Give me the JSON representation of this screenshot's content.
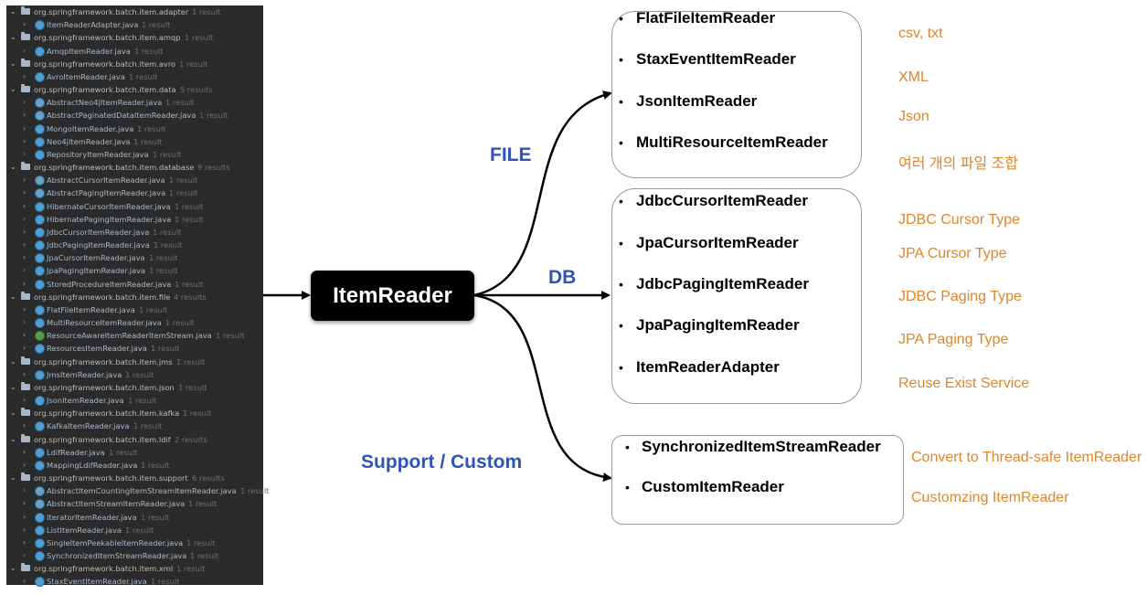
{
  "tree": {
    "rows": [
      {
        "kind": "pkg",
        "name": "org.springframework.batch.item.adapter",
        "count": "1 result"
      },
      {
        "kind": "file",
        "name": "ItemReaderAdapter.java",
        "count": "1 result",
        "icon": "class-icon"
      },
      {
        "kind": "pkg",
        "name": "org.springframework.batch.item.amqp",
        "count": "1 result"
      },
      {
        "kind": "file",
        "name": "AmqpItemReader.java",
        "count": "1 result",
        "icon": "class-icon"
      },
      {
        "kind": "pkg",
        "name": "org.springframework.batch.item.avro",
        "count": "1 result"
      },
      {
        "kind": "file",
        "name": "AvroItemReader.java",
        "count": "1 result",
        "icon": "class-icon"
      },
      {
        "kind": "pkg",
        "name": "org.springframework.batch.item.data",
        "count": "5 results"
      },
      {
        "kind": "file",
        "name": "AbstractNeo4jItemReader.java",
        "count": "1 result",
        "icon": "abstract-class-icon"
      },
      {
        "kind": "file",
        "name": "AbstractPaginatedDataItemReader.java",
        "count": "1 result",
        "icon": "abstract-class-icon"
      },
      {
        "kind": "file",
        "name": "MongoItemReader.java",
        "count": "1 result",
        "icon": "class-icon"
      },
      {
        "kind": "file",
        "name": "Neo4jItemReader.java",
        "count": "1 result",
        "icon": "class-icon"
      },
      {
        "kind": "file",
        "name": "RepositoryItemReader.java",
        "count": "1 result",
        "icon": "class-icon"
      },
      {
        "kind": "pkg",
        "name": "org.springframework.batch.item.database",
        "count": "9 results"
      },
      {
        "kind": "file",
        "name": "AbstractCursorItemReader.java",
        "count": "1 result",
        "icon": "abstract-class-icon"
      },
      {
        "kind": "file",
        "name": "AbstractPagingItemReader.java",
        "count": "1 result",
        "icon": "abstract-class-icon"
      },
      {
        "kind": "file",
        "name": "HibernateCursorItemReader.java",
        "count": "1 result",
        "icon": "class-icon"
      },
      {
        "kind": "file",
        "name": "HibernatePagingItemReader.java",
        "count": "1 result",
        "icon": "class-icon"
      },
      {
        "kind": "file",
        "name": "JdbcCursorItemReader.java",
        "count": "1 result",
        "icon": "class-icon"
      },
      {
        "kind": "file",
        "name": "JdbcPagingItemReader.java",
        "count": "1 result",
        "icon": "class-icon"
      },
      {
        "kind": "file",
        "name": "JpaCursorItemReader.java",
        "count": "1 result",
        "icon": "class-icon"
      },
      {
        "kind": "file",
        "name": "JpaPagingItemReader.java",
        "count": "1 result",
        "icon": "class-icon"
      },
      {
        "kind": "file",
        "name": "StoredProcedureItemReader.java",
        "count": "1 result",
        "icon": "class-icon"
      },
      {
        "kind": "pkg",
        "name": "org.springframework.batch.item.file",
        "count": "4 results"
      },
      {
        "kind": "file",
        "name": "FlatFileItemReader.java",
        "count": "1 result",
        "icon": "class-icon"
      },
      {
        "kind": "file",
        "name": "MultiResourceItemReader.java",
        "count": "1 result",
        "icon": "class-icon"
      },
      {
        "kind": "file",
        "name": "ResourceAwareItemReaderItemStream.java",
        "count": "1 result",
        "icon": "interface-icon"
      },
      {
        "kind": "file",
        "name": "ResourcesItemReader.java",
        "count": "1 result",
        "icon": "class-icon"
      },
      {
        "kind": "pkg",
        "name": "org.springframework.batch.item.jms",
        "count": "1 result"
      },
      {
        "kind": "file",
        "name": "JmsItemReader.java",
        "count": "1 result",
        "icon": "class-icon"
      },
      {
        "kind": "pkg",
        "name": "org.springframework.batch.item.json",
        "count": "1 result"
      },
      {
        "kind": "file",
        "name": "JsonItemReader.java",
        "count": "1 result",
        "icon": "class-icon"
      },
      {
        "kind": "pkg",
        "name": "org.springframework.batch.item.kafka",
        "count": "1 result"
      },
      {
        "kind": "file",
        "name": "KafkaItemReader.java",
        "count": "1 result",
        "icon": "class-icon"
      },
      {
        "kind": "pkg",
        "name": "org.springframework.batch.item.ldif",
        "count": "2 results"
      },
      {
        "kind": "file",
        "name": "LdifReader.java",
        "count": "1 result",
        "icon": "class-icon"
      },
      {
        "kind": "file",
        "name": "MappingLdifReader.java",
        "count": "1 result",
        "icon": "class-icon"
      },
      {
        "kind": "pkg",
        "name": "org.springframework.batch.item.support",
        "count": "6 results"
      },
      {
        "kind": "file",
        "name": "AbstractItemCountingItemStreamItemReader.java",
        "count": "1 result",
        "icon": "abstract-class-icon"
      },
      {
        "kind": "file",
        "name": "AbstractItemStreamItemReader.java",
        "count": "1 result",
        "icon": "abstract-class-icon"
      },
      {
        "kind": "file",
        "name": "IteratorItemReader.java",
        "count": "1 result",
        "icon": "class-icon"
      },
      {
        "kind": "file",
        "name": "ListItemReader.java",
        "count": "1 result",
        "icon": "class-icon"
      },
      {
        "kind": "file",
        "name": "SingleItemPeekableItemReader.java",
        "count": "1 result",
        "icon": "class-icon"
      },
      {
        "kind": "file",
        "name": "SynchronizedItemStreamReader.java",
        "count": "1 result",
        "icon": "class-icon"
      },
      {
        "kind": "pkg",
        "name": "org.springframework.batch.item.xml",
        "count": "1 result"
      },
      {
        "kind": "file",
        "name": "StaxEventItemReader.java",
        "count": "1 result",
        "icon": "class-icon"
      }
    ]
  },
  "center": {
    "label": "ItemReader"
  },
  "branches": [
    {
      "id": "file",
      "label": "FILE",
      "readers": [
        {
          "name": "FlatFileItemReader",
          "desc": "csv, txt"
        },
        {
          "name": "StaxEventItemReader",
          "desc": "XML"
        },
        {
          "name": "JsonItemReader",
          "desc": "Json"
        },
        {
          "name": "MultiResourceItemReader",
          "desc": "여러 개의 파일 조합"
        }
      ]
    },
    {
      "id": "db",
      "label": "DB",
      "readers": [
        {
          "name": "JdbcCursorItemReader",
          "desc": "JDBC Cursor Type"
        },
        {
          "name": "JpaCursorItemReader",
          "desc": "JPA Cursor Type"
        },
        {
          "name": "JdbcPagingItemReader",
          "desc": "JDBC Paging Type"
        },
        {
          "name": "JpaPagingItemReader",
          "desc": "JPA Paging Type"
        },
        {
          "name": "ItemReaderAdapter",
          "desc": "Reuse Exist Service"
        }
      ]
    },
    {
      "id": "support",
      "label": "Support / Custom",
      "readers": [
        {
          "name": "SynchronizedItemStreamReader",
          "desc": "Convert to Thread-safe ItemReader"
        },
        {
          "name": "CustomItemReader",
          "desc": "Customzing ItemReader"
        }
      ]
    }
  ],
  "bullet": "•",
  "colors": {
    "branch_label": "#2f54b3",
    "description": "#e0852a",
    "center_box": "#000000",
    "tree_background": "#2b2b2b"
  }
}
